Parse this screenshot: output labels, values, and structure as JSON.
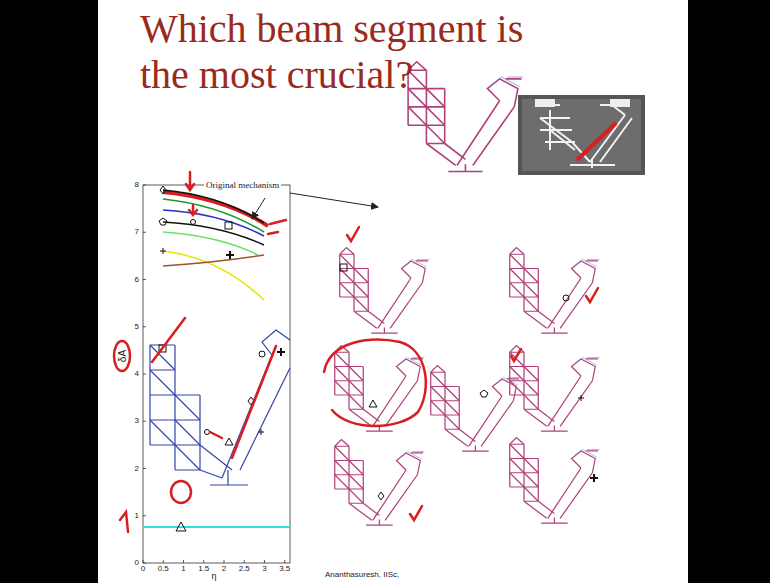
{
  "diagram": {
    "title": "Which beam segment is the most crucial?",
    "labels": [
      "Original mechanism",
      "0",
      "1",
      "2",
      "3",
      "4",
      "5",
      "6",
      "7",
      "8",
      "δA",
      "0",
      "0.5",
      "1",
      "1.5",
      "2",
      "2.5",
      "3",
      "3.5",
      "η",
      "Ananthasuresh, IISc,"
    ]
  }
}
